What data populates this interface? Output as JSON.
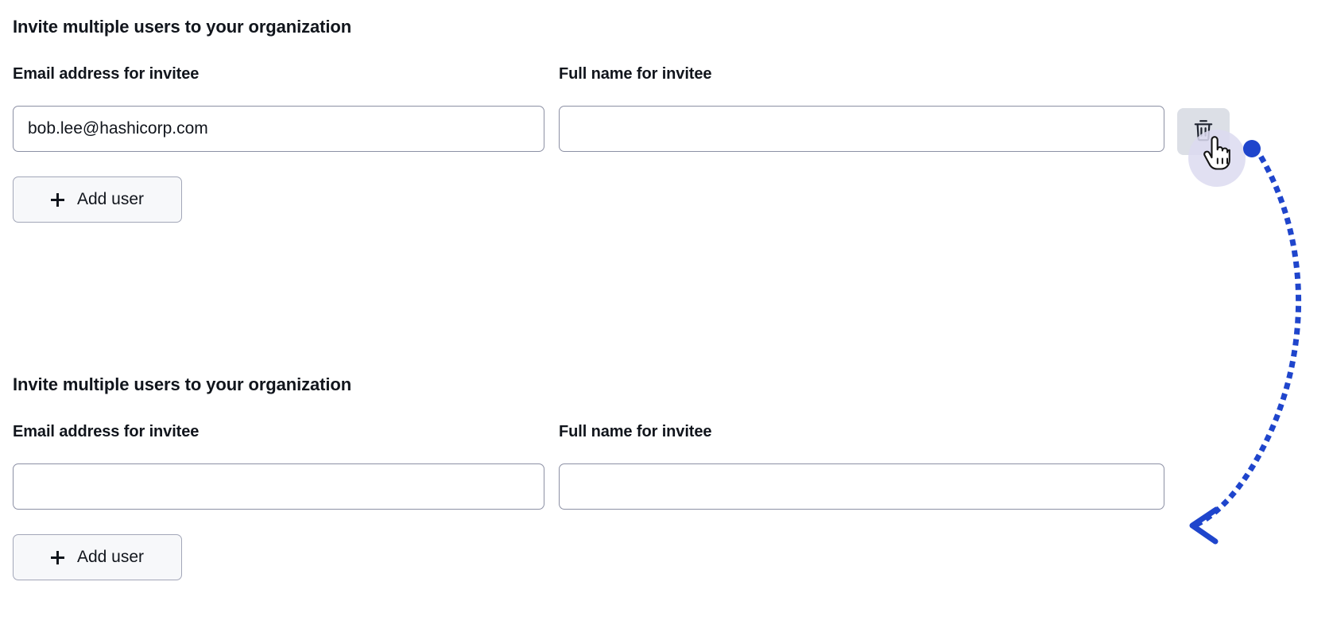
{
  "theme": {
    "page_background": "#ffffff",
    "text_color": "#11151c",
    "input_border": "#8c90a4",
    "button_background": "#f7f8fa",
    "button_border": "#a2a6b8",
    "delete_button_background": "#dcdfe6",
    "annotation_accent": "#1f45cc",
    "cursor_halo": "#dcdbf0"
  },
  "sections": [
    {
      "title": "Invite multiple users to your organization",
      "email_label": "Email address for invitee",
      "email_value": "bob.lee@hashicorp.com",
      "email_placeholder": "",
      "name_label": "Full name for invitee",
      "name_value": "",
      "name_placeholder": "",
      "add_user_label": "Add user",
      "has_delete_button": true,
      "delete_icon": "trash-icon"
    },
    {
      "title": "Invite multiple users to your organization",
      "email_label": "Email address for invitee",
      "email_value": "",
      "email_placeholder": "",
      "name_label": "Full name for invitee",
      "name_value": "",
      "name_placeholder": "",
      "add_user_label": "Add user",
      "has_delete_button": false,
      "delete_icon": ""
    }
  ],
  "annotation": {
    "cursor_icon": "pointing-hand-cursor",
    "start_dot_label": "",
    "arrow_style": "dotted-curved-arrow",
    "arrow_direction": "left",
    "accent_color": "#1f45cc"
  }
}
